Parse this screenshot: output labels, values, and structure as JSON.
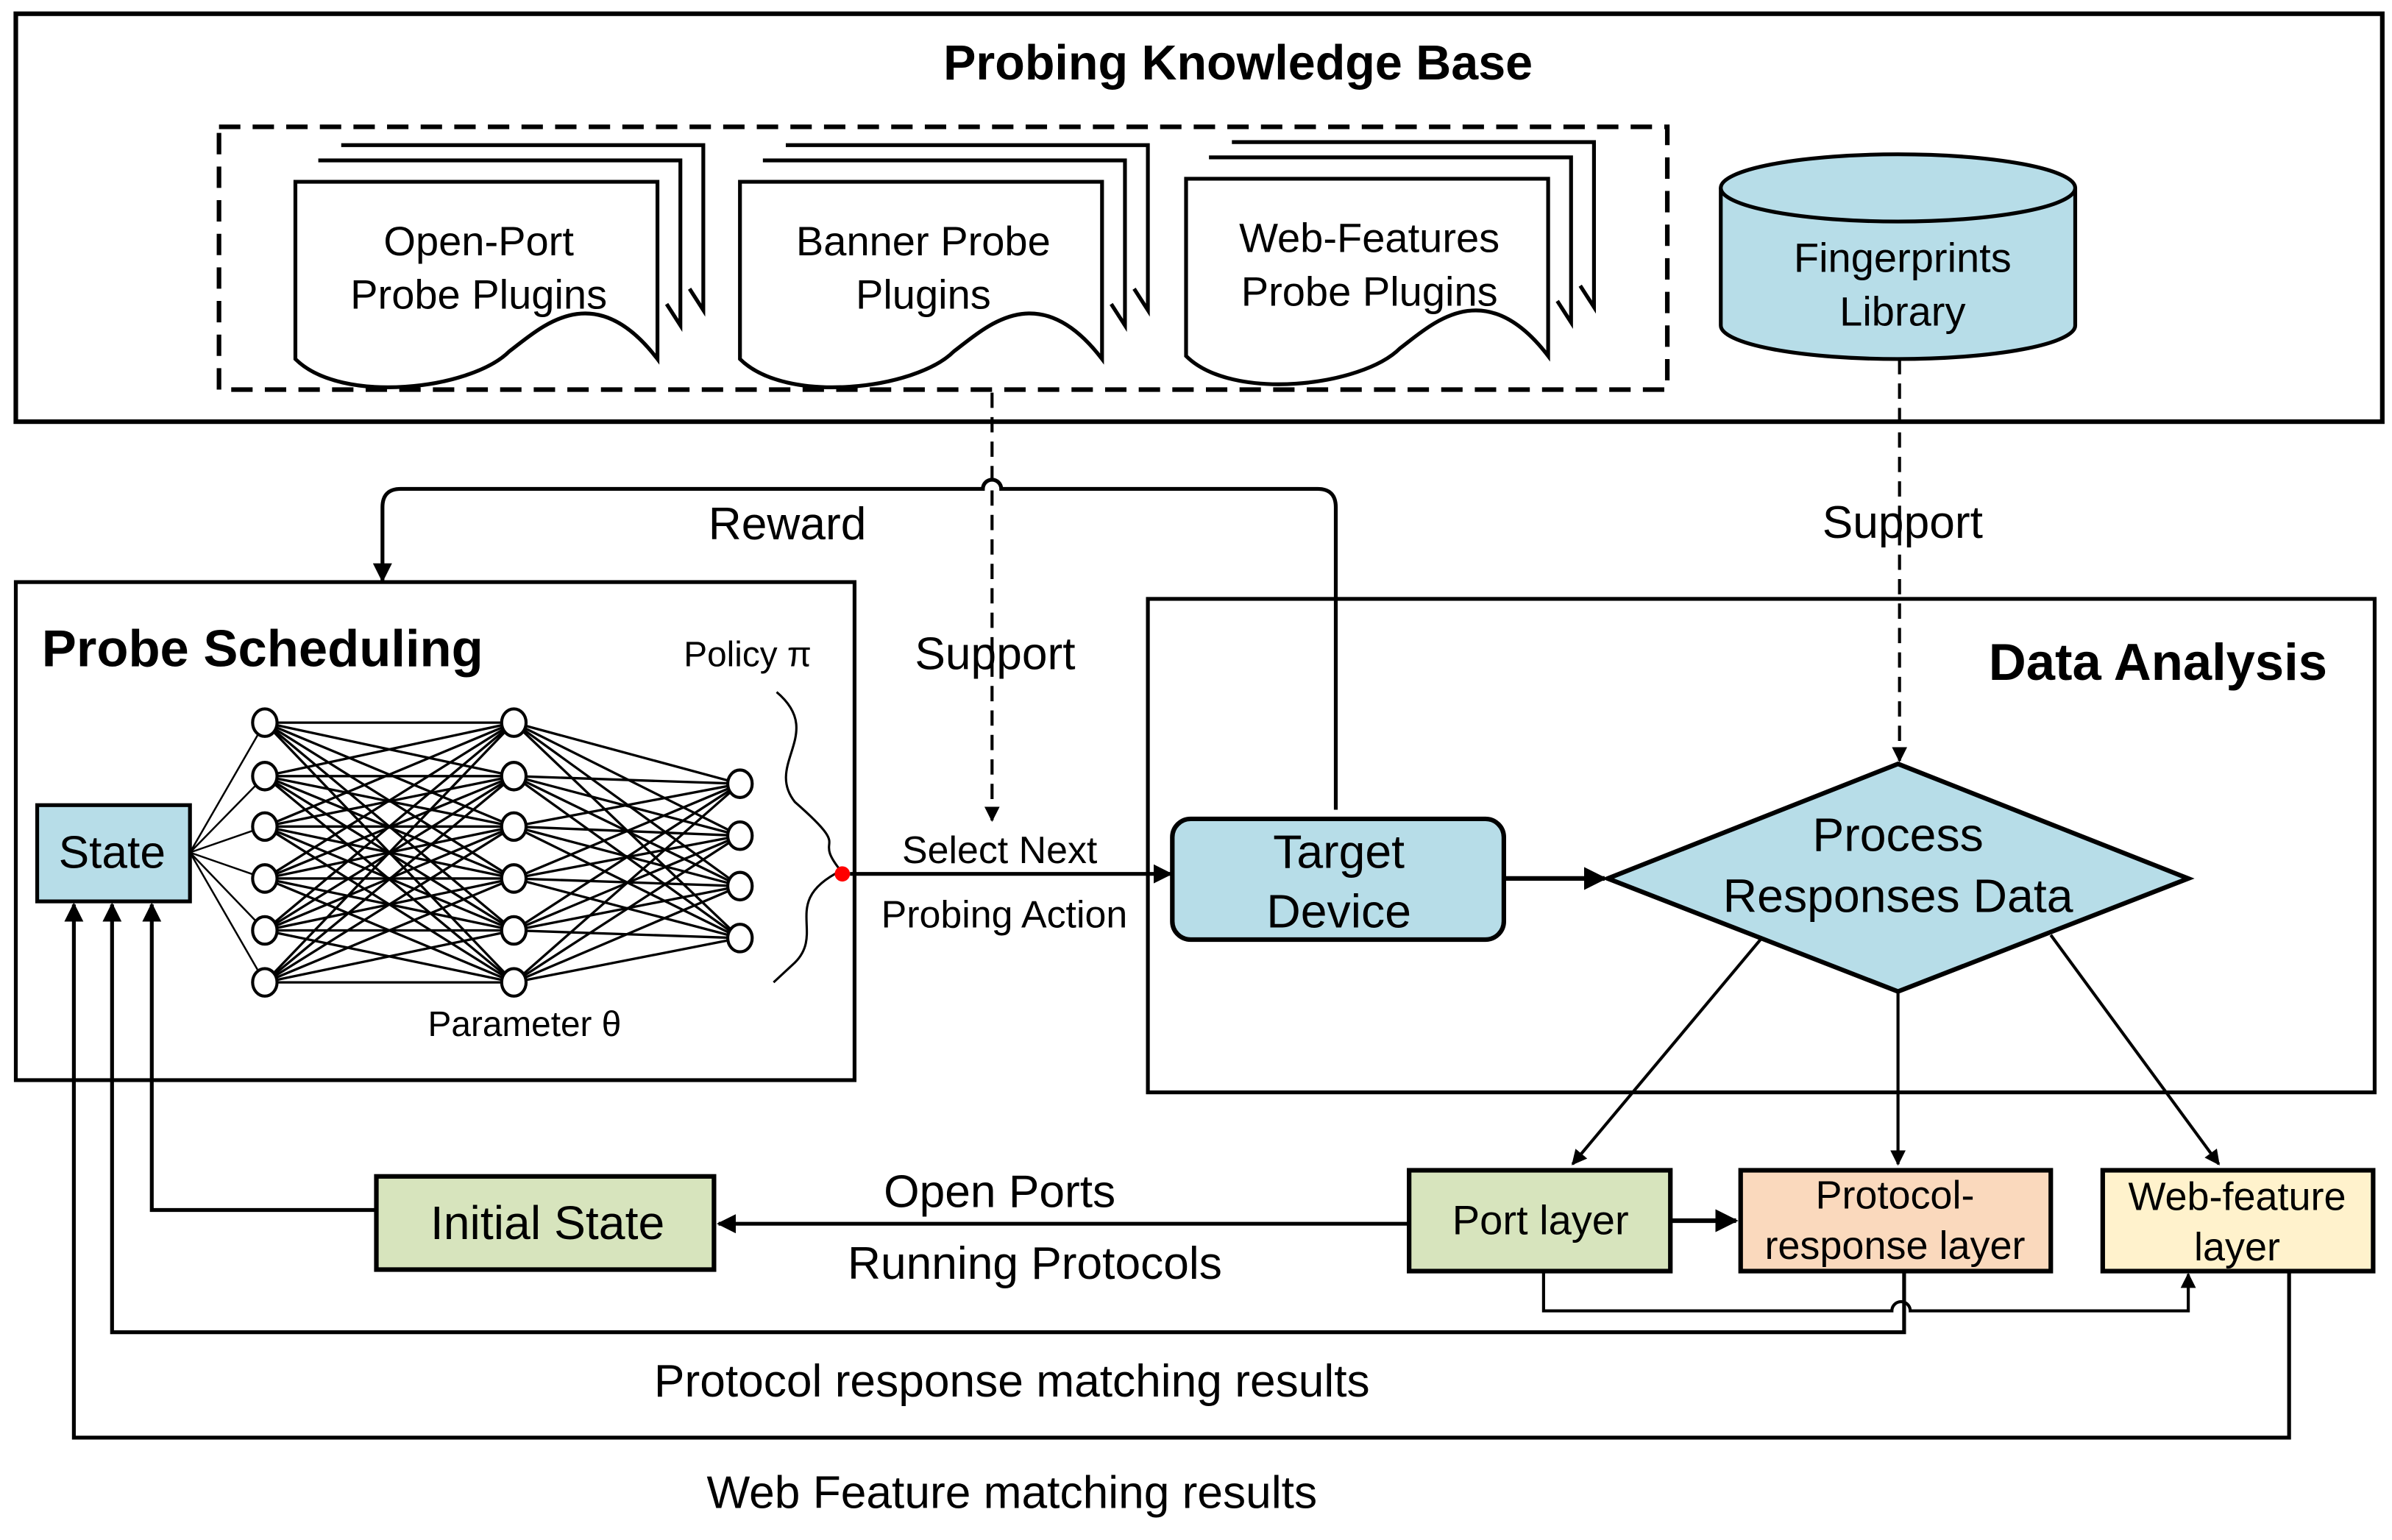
{
  "knowledge_base": {
    "title": "Probing Knowledge Base",
    "plugins": [
      {
        "line1": "Open-Port",
        "line2": "Probe Plugins"
      },
      {
        "line1": "Banner Probe",
        "line2": "Plugins"
      },
      {
        "line1": "Web-Features",
        "line2": "Probe Plugins"
      }
    ],
    "library": {
      "line1": "Fingerprints",
      "line2": "Library"
    }
  },
  "edges": {
    "reward": "Reward",
    "support_left": "Support",
    "support_right": "Support",
    "select_line1": "Select Next",
    "select_line2": "Probing Action",
    "open_ports": "Open Ports",
    "running_protocols": "Running Protocols",
    "protocol_results": "Protocol response matching results",
    "web_results": "Web Feature matching results"
  },
  "probe_scheduling": {
    "title": "Probe Scheduling",
    "state": "State",
    "policy": "Policy π",
    "parameter": "Parameter θ"
  },
  "data_analysis": {
    "title": "Data Analysis",
    "target_line1": "Target",
    "target_line2": "Device",
    "process_line1": "Process",
    "process_line2": "Responses Data"
  },
  "layers": {
    "port": "Port layer",
    "protocol_line1": "Protocol-",
    "protocol_line2": "response layer",
    "web_line1": "Web-feature",
    "web_line2": "layer",
    "initial_state": "Initial State"
  },
  "colors": {
    "blue": "#b7dde8",
    "green": "#d7e4bd",
    "orange": "#fad9bd",
    "yellow": "#fff2cc",
    "red_dot": "#ff0000"
  }
}
